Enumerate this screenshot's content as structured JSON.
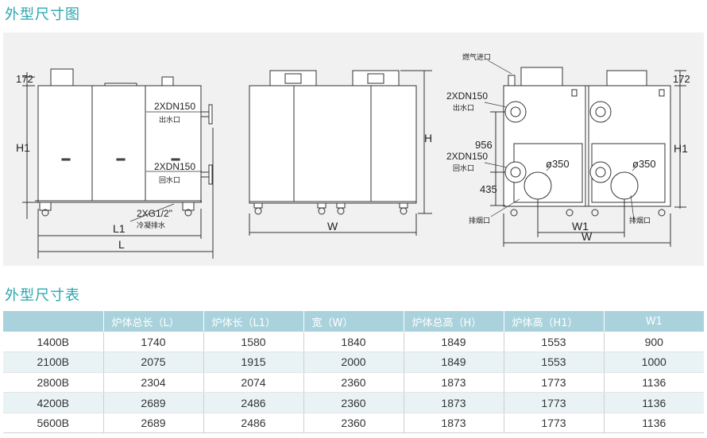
{
  "titles": {
    "drawing": "外型尺寸图",
    "table": "外型尺寸表"
  },
  "drawing": {
    "left_view": {
      "outlet_spec": "2XDN150",
      "outlet_label": "出水口",
      "return_spec": "2XDN150",
      "return_label": "回水口",
      "drain_spec": "2XG1/2\"",
      "drain_label": "冷凝排水",
      "dim_top": "172",
      "dim_height": "H1",
      "dim_l1": "L1",
      "dim_l": "L"
    },
    "front_view": {
      "dim_height": "H",
      "dim_width": "W"
    },
    "right_view": {
      "gas_label": "燃气进口",
      "outlet_spec": "2XDN150",
      "outlet_label": "出水口",
      "return_spec": "2XDN150",
      "return_label": "回水口",
      "exhaust_label": "排烟口",
      "exhaust_label_2": "排烟口",
      "dim_956": "956",
      "dim_435": "435",
      "flue_dia_1": "ø350",
      "flue_dia_2": "ø350",
      "dim_top": "172",
      "dim_height": "H1",
      "dim_w1": "W1",
      "dim_w": "W"
    }
  },
  "table": {
    "headers": [
      "",
      "炉体总长（L）",
      "炉体长（L1）",
      "宽（W）",
      "炉体总高（H）",
      "炉体高（H1）",
      "W1"
    ],
    "rows": [
      [
        "1400B",
        "1740",
        "1580",
        "1840",
        "1849",
        "1553",
        "900"
      ],
      [
        "2100B",
        "2075",
        "1915",
        "2000",
        "1849",
        "1553",
        "1000"
      ],
      [
        "2800B",
        "2304",
        "2074",
        "2360",
        "1873",
        "1773",
        "1136"
      ],
      [
        "4200B",
        "2689",
        "2486",
        "2360",
        "1873",
        "1773",
        "1136"
      ],
      [
        "5600B",
        "2689",
        "2486",
        "2360",
        "1873",
        "1773",
        "1136"
      ]
    ]
  }
}
